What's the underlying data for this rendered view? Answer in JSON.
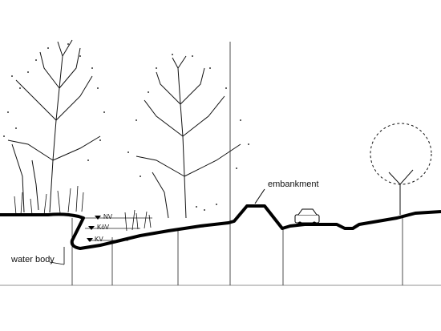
{
  "labels": {
    "embankment": "embankment",
    "water_body": "water body",
    "nv": "NV",
    "kov": "KöV",
    "kv": "KV"
  },
  "colors": {
    "ink": "#111111",
    "background": "#ffffff"
  }
}
